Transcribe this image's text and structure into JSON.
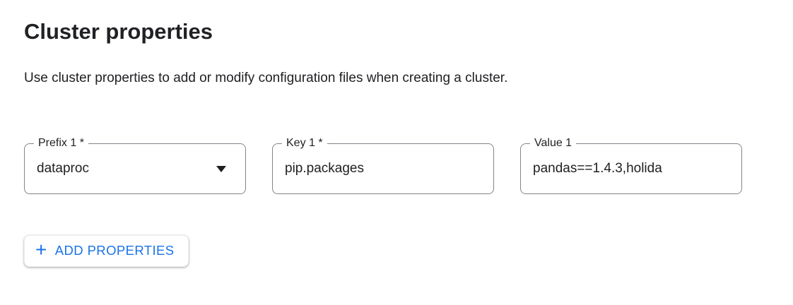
{
  "page": {
    "title": "Cluster properties",
    "description": "Use cluster properties to add or modify configuration files when creating a cluster."
  },
  "fields": [
    {
      "label": "Prefix 1 *",
      "value": "dataproc",
      "type": "select"
    },
    {
      "label": "Key 1 *",
      "value": "pip.packages",
      "type": "text"
    },
    {
      "label": "Value 1",
      "value": "pandas==1.4.3,holida",
      "type": "text"
    }
  ],
  "button": {
    "icon": "+",
    "label": "ADD PROPERTIES"
  },
  "colors": {
    "accent": "#1a73e8",
    "text": "#202124",
    "field_border": "#80868b"
  }
}
